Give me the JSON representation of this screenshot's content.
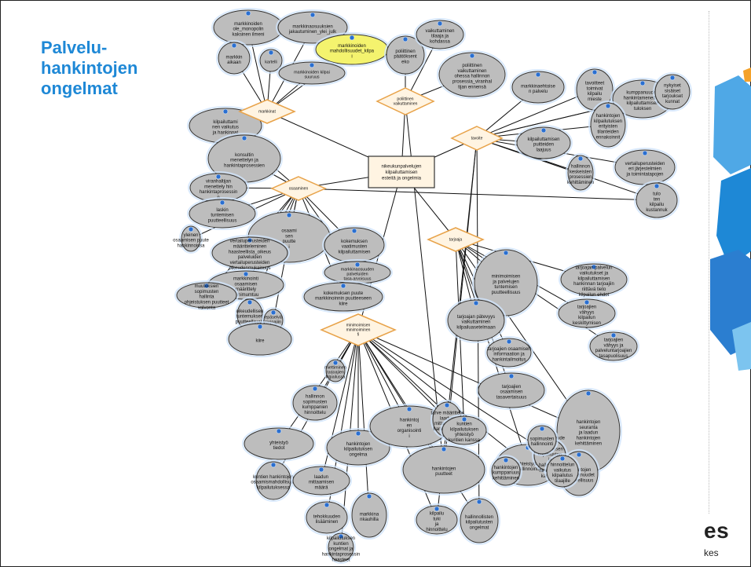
{
  "slide": {
    "title_lines": [
      "Palvelu-",
      "hankintojen",
      "ongelmat"
    ],
    "logo_text": "es",
    "logo_subtext": "kes",
    "accent_color": "#1e88d6"
  },
  "diagram": {
    "center": {
      "id": "center",
      "lines": [
        "nikeukunpalvelujen",
        "kilpailuttamisen",
        "esteitä ja ongelmia"
      ]
    },
    "hubs": [
      {
        "id": "markkinat",
        "lines": [
          "markkinat"
        ]
      },
      {
        "id": "poliittinen",
        "lines": [
          "poliittinen",
          "vaikuttaminen"
        ]
      },
      {
        "id": "tavoitteet",
        "lines": [
          "tavoite"
        ]
      },
      {
        "id": "osaaminen",
        "lines": [
          "osaaminen"
        ]
      },
      {
        "id": "tarjoaja",
        "lines": [
          "tarjoaja"
        ]
      },
      {
        "id": "minimointi",
        "lines": [
          "minimoimisen",
          "minimoiminen",
          "fi"
        ]
      }
    ],
    "ellipses": [
      {
        "id": "e1",
        "lines": [
          "markkinoiden",
          "ole_monopolin",
          "kaksinen ilmeni"
        ]
      },
      {
        "id": "e2",
        "lines": [
          "markkinaosuuksien",
          "jakautuminen_ylei_julk"
        ]
      },
      {
        "id": "e3",
        "lines": [
          "markkinoiden",
          "mahdollisuudet_kilpa",
          "i"
        ],
        "highlight": true
      },
      {
        "id": "e4",
        "lines": [
          "markkin",
          "aikaan"
        ]
      },
      {
        "id": "e5",
        "lines": [
          "kartelli"
        ]
      },
      {
        "id": "e6",
        "lines": [
          "markkinoiden kilpai",
          "suuruus"
        ]
      },
      {
        "id": "e7",
        "lines": [
          "poliittinen",
          "päätöksent",
          "eko"
        ]
      },
      {
        "id": "e8",
        "lines": [
          "vaikuttaminen",
          "tilaaja ja",
          "kohdassa"
        ]
      },
      {
        "id": "e9",
        "lines": [
          "poliittinen",
          "vaikuttaminen",
          "ohessa hallinnon",
          "prosessia_viranhal",
          "tijan ennensä"
        ]
      },
      {
        "id": "e10",
        "lines": [
          "markkinaehtoise",
          "n palvelu"
        ]
      },
      {
        "id": "e11",
        "lines": [
          "tavoitteet",
          "toimivat",
          "kilpailu",
          "mieste"
        ]
      },
      {
        "id": "e12",
        "lines": [
          "kumppanuuden",
          "hankintamenettely",
          "kilpailuttamisen",
          "tuloksen"
        ]
      },
      {
        "id": "e13",
        "lines": [
          "nykyiset",
          "sisäiset",
          "tarjoukset",
          "kunnat"
        ]
      },
      {
        "id": "e14",
        "lines": [
          "hankintojen",
          "kilpailutuksen",
          "erityisten",
          "tilanteiden",
          "ennakoinnit"
        ]
      },
      {
        "id": "e15",
        "lines": [
          "kilpailuttamisen",
          "puitteiden",
          "laajuus"
        ]
      },
      {
        "id": "e16",
        "lines": [
          "hallinnon",
          "keskeisten",
          "prosessien",
          "kehittäminen"
        ]
      },
      {
        "id": "e17",
        "lines": [
          "vertailuperusteiden",
          "eri järjestelmien",
          "ja toimintatapojen"
        ]
      },
      {
        "id": "e18",
        "lines": [
          "tulo",
          "ten",
          "kilpailu",
          "kustannuk"
        ]
      },
      {
        "id": "e19",
        "lines": [
          "kilpailuttami",
          "nen vaikutus",
          "ja hankinnat"
        ]
      },
      {
        "id": "e20",
        "lines": [
          "konsultin",
          "menettelyn ja",
          "hankintaprosessien"
        ]
      },
      {
        "id": "e21",
        "lines": [
          "viranhaltijan",
          "menettely hin",
          "hankintaprosessin",
          "n"
        ]
      },
      {
        "id": "e22",
        "lines": [
          "laskin",
          "tuntemisen",
          "puutteellisuus"
        ]
      },
      {
        "id": "e23",
        "lines": [
          "yleinen",
          "osaamisen puute",
          "hankinnoissa"
        ]
      },
      {
        "id": "e24",
        "lines": [
          "osaami",
          "sen",
          "puutte",
          "i"
        ]
      },
      {
        "id": "e25",
        "lines": [
          "vertailuperusteiden",
          "määritteleminen",
          "haasteellista_oikeus",
          "palveluiden",
          "vertailuperusteiden",
          "oikeudenmukaisuus"
        ]
      },
      {
        "id": "e26",
        "lines": [
          "kokemuksen",
          "vaatimusten",
          "kilpailuttamisen"
        ]
      },
      {
        "id": "e27",
        "lines": [
          "markkinointi",
          "osaamisen",
          "määrittely",
          "minimumtuu"
        ]
      },
      {
        "id": "e28",
        "lines": [
          "markkinaosuuden",
          "palveluiden",
          "tasa-arvoisuus"
        ]
      },
      {
        "id": "e29",
        "lines": [
          "kokemuksen puute",
          "markkinoinnin puutteeseen",
          "kiire"
        ]
      },
      {
        "id": "e30",
        "lines": [
          "muutoksien",
          "sopimusten",
          "hallinta",
          "ohjeistuksen puutteet",
          "valvonta"
        ]
      },
      {
        "id": "e31",
        "lines": [
          "oikeudellisen",
          "tuntemuksen",
          "puutteellisuus"
        ]
      },
      {
        "id": "e32",
        "lines": [
          "epäselvä",
          "tarjoajiin",
          "yhtä"
        ]
      },
      {
        "id": "e33",
        "lines": [
          "kiire"
        ]
      },
      {
        "id": "e34",
        "lines": [
          "minimoimisen",
          "ja palvelujen",
          "tuntemisen",
          "puutteellisuus"
        ]
      },
      {
        "id": "e35",
        "lines": [
          "tarjoajan palvelun",
          "vaikutukset ja",
          "kilpailuttamisen",
          "hankinnan tarjoajiin",
          "riittävä tieto",
          "kilpailun ehdot"
        ]
      },
      {
        "id": "e36",
        "lines": [
          "tarjoajan pätevyys",
          "vaikuttaminen",
          "kilpailuasetelmaan"
        ]
      },
      {
        "id": "e37",
        "lines": [
          "tarjoajien",
          "vähyys",
          "kilpailun",
          "keskittymisen"
        ]
      },
      {
        "id": "e38",
        "lines": [
          "tarjoajien",
          "vähyys ja",
          "palveluntarjoajien",
          "tasapuolisuus"
        ]
      },
      {
        "id": "e39",
        "lines": [
          "tarjoajien osaamisen",
          "informaation ja",
          "hankintailmoitus"
        ]
      },
      {
        "id": "e40",
        "lines": [
          "tarjoajien",
          "osaamisen",
          "tasavertaisuus"
        ]
      },
      {
        "id": "e41",
        "lines": [
          "miettiminen",
          "tarjoajien",
          "kilpailussa"
        ]
      },
      {
        "id": "e42",
        "lines": [
          "hallinnon",
          "sopimusten",
          "kumppanien",
          "hinnoittelu"
        ]
      },
      {
        "id": "e43",
        "lines": [
          "yhteistyö",
          "tiedot"
        ]
      },
      {
        "id": "e44",
        "lines": [
          "hankintojen",
          "kilpailutuksen",
          "ongelma"
        ]
      },
      {
        "id": "e45",
        "lines": [
          "kuntien hankintojen",
          "osaamismahdollisuus",
          "kilpailutuksessa"
        ]
      },
      {
        "id": "e46",
        "lines": [
          "hankintoj",
          "en",
          "organisointi",
          "i"
        ]
      },
      {
        "id": "e47",
        "lines": [
          "tarve määrittely",
          "laadun",
          "mittaamisen",
          "hankinnoissa"
        ]
      },
      {
        "id": "e48",
        "lines": [
          "kuntien",
          "kilpailutuksen",
          "yhteistyö",
          "kuntien kanssa"
        ]
      },
      {
        "id": "e49",
        "lines": [
          "hankintojen",
          "puutteet"
        ]
      },
      {
        "id": "e50",
        "lines": [
          "laadun",
          "mittaamisen",
          "määrä"
        ]
      },
      {
        "id": "e51",
        "lines": [
          "tehokkuuden",
          "lisääminen"
        ]
      },
      {
        "id": "e52",
        "lines": [
          "markkina",
          "nkauhilla"
        ]
      },
      {
        "id": "e53",
        "lines": [
          "kilpailu",
          "tuki",
          "ja",
          "hinnoittelu"
        ]
      },
      {
        "id": "e54",
        "lines": [
          "hallinnollisten",
          "kilpailutusten",
          "ongelmat"
        ]
      },
      {
        "id": "e55",
        "lines": [
          "kilpailutuksen",
          "kuntien",
          "ongelmat ja",
          "hankintaprosessin",
          "haasteet"
        ]
      },
      {
        "id": "e56",
        "lines": [
          "yhteistyön",
          "hallinnointi"
        ]
      },
      {
        "id": "e57",
        "lines": [
          "hankintojen",
          "seuranta",
          "ja laadun",
          "hankintojen",
          "kehittäminen"
        ]
      },
      {
        "id": "e58",
        "lines": [
          "hankintojen",
          "kumppanuudet",
          "puutteellisuus"
        ]
      },
      {
        "id": "e59",
        "lines": [
          "kumppanuude",
          "n",
          "vaatimuksen",
          "sopimusten",
          "ja",
          "hallinnointi",
          "hinnoittelu",
          "kannalta"
        ]
      },
      {
        "id": "e60",
        "lines": [
          "hinnoittelun",
          "vaikutus",
          "kilpailutus",
          "tilaajille"
        ]
      },
      {
        "id": "e61",
        "lines": [
          "sopimusten",
          "hallinnointi"
        ]
      },
      {
        "id": "e62",
        "lines": [
          "hankintojen",
          "kumppanuus",
          "kehittäminen"
        ]
      }
    ]
  }
}
